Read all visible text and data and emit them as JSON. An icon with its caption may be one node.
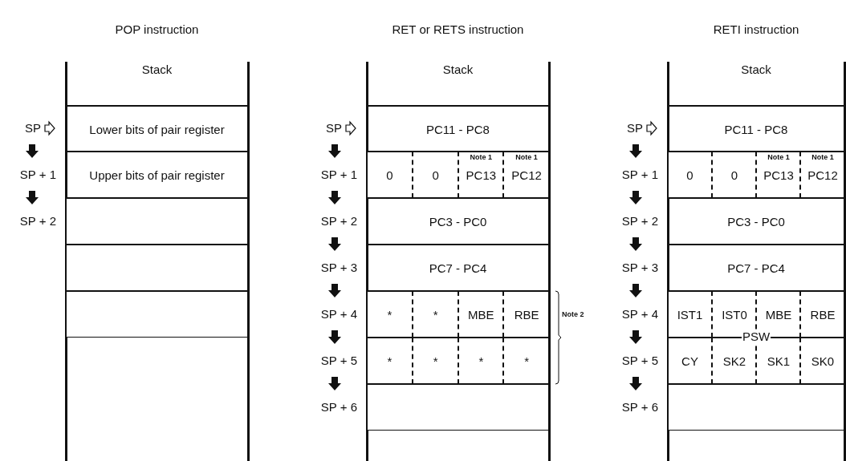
{
  "diagram": {
    "nodes": [
      {
        "text": [
          "POP instruction",
          "Stack"
        ]
      },
      {
        "text": [
          "Lower bits of pair register"
        ],
        "in": 0
      },
      {
        "text": [
          "Upper bits of pair register"
        ],
        "in": 0
      },
      {
        "text": [],
        "shape": "box",
        "in": 0
      },
      {
        "text": [],
        "shape": "box",
        "in": 0
      },
      {
        "text": [],
        "shape": "box",
        "in": 0
      },
      {
        "text": [
          "RET or RETS instruction",
          "Stack"
        ]
      },
      {
        "text": [
          "PC11 - PC8"
        ],
        "in": 6
      },
      {
        "text": [],
        "shape": "box",
        "in": 6
      },
      {
        "text": [
          "0"
        ],
        "in": 8
      },
      {
        "text": [
          "0"
        ],
        "in": 8
      },
      {
        "text": [
          "Note 1",
          "PC13"
        ],
        "in": 8
      },
      {
        "text": [
          "Note 1",
          "PC12"
        ],
        "in": 8
      },
      {
        "text": [
          "PC3 - PC0"
        ],
        "in": 6
      },
      {
        "text": [
          "PC7 - PC4"
        ],
        "in": 6
      },
      {
        "text": [],
        "shape": "box",
        "in": 6
      },
      {
        "text": [
          "*"
        ],
        "in": 15
      },
      {
        "text": [
          "*"
        ],
        "in": 15
      },
      {
        "text": [
          "MBE"
        ],
        "in": 15
      },
      {
        "text": [
          "RBE"
        ],
        "in": 15
      },
      {
        "text": [],
        "shape": "box",
        "in": 6
      },
      {
        "text": [
          "*"
        ],
        "in": 20
      },
      {
        "text": [
          "*"
        ],
        "in": 20
      },
      {
        "text": [
          "*"
        ],
        "in": 20
      },
      {
        "text": [
          "*"
        ],
        "in": 20
      },
      {
        "text": [],
        "shape": "box",
        "in": 6
      },
      {
        "text": [
          "RETI instruction",
          "Stack"
        ]
      },
      {
        "text": [
          "PC11 - PC8"
        ],
        "in": 26
      },
      {
        "text": [],
        "shape": "box",
        "in": 26
      },
      {
        "text": [
          "0"
        ],
        "in": 28
      },
      {
        "text": [
          "0"
        ],
        "in": 28
      },
      {
        "text": [
          "Note 1",
          "PC13"
        ],
        "in": 28
      },
      {
        "text": [
          "Note 1",
          "PC12"
        ],
        "in": 28
      },
      {
        "text": [
          "PC3 - PC0"
        ],
        "in": 26
      },
      {
        "text": [
          "PC7 - PC4"
        ],
        "in": 26
      },
      {
        "text": [],
        "shape": "box",
        "in": 26
      },
      {
        "text": [
          "IST1"
        ],
        "in": 35
      },
      {
        "text": [
          "IST0"
        ],
        "in": 35
      },
      {
        "text": [
          "MBE"
        ],
        "in": 35
      },
      {
        "text": [
          "RBE"
        ],
        "in": 35
      },
      {
        "text": [],
        "shape": "box",
        "in": 26
      },
      {
        "text": [
          "CY"
        ],
        "in": 40
      },
      {
        "text": [
          "SK2"
        ],
        "in": 40
      },
      {
        "text": [
          "SK1"
        ],
        "in": 40
      },
      {
        "text": [
          "SK0"
        ],
        "in": 40
      },
      {
        "text": [],
        "shape": "box",
        "in": 26
      }
    ],
    "labels": [
      "SP",
      "SP + 1",
      "SP + 2",
      "SP",
      "SP + 1",
      "SP + 2",
      "SP + 3",
      "SP + 4",
      "SP + 5",
      "SP + 6",
      "Note 2",
      "SP",
      "SP + 1",
      "SP + 2",
      "SP + 3",
      "SP + 4",
      "SP + 5",
      "SP + 6",
      "PSW"
    ]
  }
}
